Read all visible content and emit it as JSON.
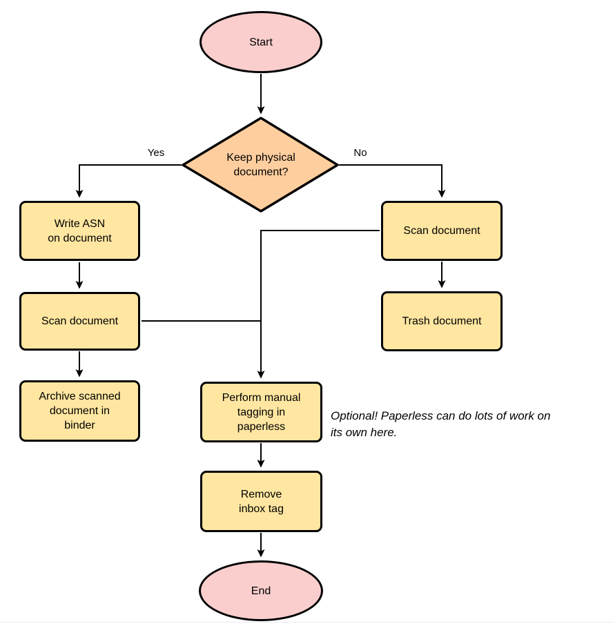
{
  "diagram": {
    "type": "flowchart",
    "colors": {
      "terminal_fill": "#f9cecd",
      "process_fill": "#ffe6a1",
      "decision_fill": "#ffce9f",
      "stroke": "#000000",
      "text": "#000000"
    },
    "nodes": {
      "start": {
        "label": "Start",
        "shape": "ellipse"
      },
      "decision": {
        "label": "Keep physical\ndocument?",
        "shape": "diamond"
      },
      "write_asn": {
        "label": "Write ASN\non document",
        "shape": "rounded-rect"
      },
      "scan_left": {
        "label": "Scan document",
        "shape": "rounded-rect"
      },
      "archive": {
        "label": "Archive scanned\ndocument in\nbinder",
        "shape": "rounded-rect"
      },
      "scan_right": {
        "label": "Scan document",
        "shape": "rounded-rect"
      },
      "trash": {
        "label": "Trash document",
        "shape": "rounded-rect"
      },
      "tagging": {
        "label": "Perform manual\ntagging in\npaperless",
        "shape": "rounded-rect"
      },
      "remove_inbox": {
        "label": "Remove\ninbox tag",
        "shape": "rounded-rect"
      },
      "end": {
        "label": "End",
        "shape": "ellipse"
      }
    },
    "edge_labels": {
      "yes": "Yes",
      "no": "No"
    },
    "annotation": "Optional! Paperless can do lots of work on\nits own here."
  }
}
